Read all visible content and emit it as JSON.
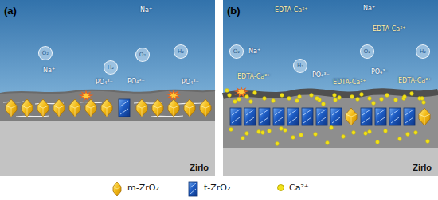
{
  "diagram": {
    "nodes": [
      {
        "text": [
          "(a)"
        ]
      },
      {
        "text": [
          "O₂"
        ],
        "in": 0
      },
      {
        "text": [
          "H₂"
        ],
        "in": 0
      },
      {
        "text": [
          "O₂"
        ],
        "in": 0
      },
      {
        "text": [
          "H₂"
        ],
        "in": 0
      },
      {
        "text": [
          "Zirlo"
        ],
        "in": 0
      },
      {
        "text": [
          "(b)"
        ]
      },
      {
        "text": [
          "O₂"
        ],
        "in": 6
      },
      {
        "text": [
          "H₂"
        ],
        "in": 6
      },
      {
        "text": [
          "O₂"
        ],
        "in": 6
      },
      {
        "text": [
          "H₂"
        ],
        "in": 6
      },
      {
        "text": [
          "Zirlo"
        ],
        "in": 6
      }
    ],
    "labels": [
      "Na⁺",
      "Na⁺",
      "PO₄³⁻",
      "PO₄³⁻",
      "PO₄³⁻",
      "EDTA-Ca²⁺",
      "Na⁺",
      "EDTA-Ca²⁺",
      "Na⁺",
      "EDTA-Ca²⁺",
      "PO₄³⁻",
      "EDTA-Ca²⁺",
      "PO₄³⁻",
      "EDTA-Ca²⁺"
    ],
    "legend": [
      {
        "text": "m-ZrO₂"
      },
      {
        "text": "t-ZrO₂"
      },
      {
        "text": "Ca²⁺",
        "color": "#f2e21b"
      }
    ]
  }
}
